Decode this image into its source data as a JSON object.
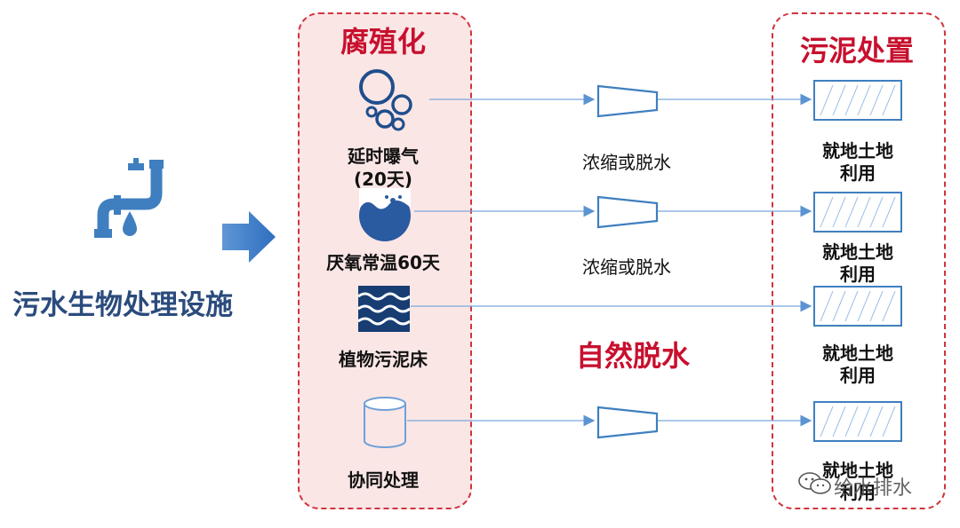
{
  "left_title": "污水生物处理设施",
  "panel_left_title": "腐殖化",
  "panel_right_title": "污泥处置",
  "processes": [
    {
      "label_line1": "延时曝气",
      "label_line2": "(20天)",
      "icon": "bubbles-icon"
    },
    {
      "label_line1": "厌氧常温60天",
      "icon": "water-wave-circle-icon"
    },
    {
      "label_line1": "植物污泥床",
      "icon": "wavy-layers-icon"
    },
    {
      "label_line1": "协同处理",
      "icon": "cylinder-icon"
    }
  ],
  "middle": [
    {
      "label": "浓缩或脱水",
      "icon": "thickener-icon"
    },
    {
      "label": "浓缩或脱水",
      "icon": "thickener-icon"
    },
    {
      "label": "自然脱水"
    },
    {
      "label": "",
      "icon": "thickener-icon"
    }
  ],
  "destinations": [
    {
      "line1": "就地土地",
      "line2": "利用",
      "icon": "land-plot-icon"
    },
    {
      "line1": "就地土地",
      "line2": "利用",
      "icon": "land-plot-icon"
    },
    {
      "line1": "就地土地",
      "line2": "利用",
      "icon": "land-plot-icon"
    },
    {
      "line1": "就地土地",
      "line2": "利用",
      "icon": "land-plot-icon"
    }
  ],
  "watermark": "给水排水",
  "colors": {
    "accent_red": "#c8102e",
    "blue": "#3f7fbf",
    "dark_blue": "#1f4e8c",
    "panel_bg": "#fbe6e6"
  }
}
